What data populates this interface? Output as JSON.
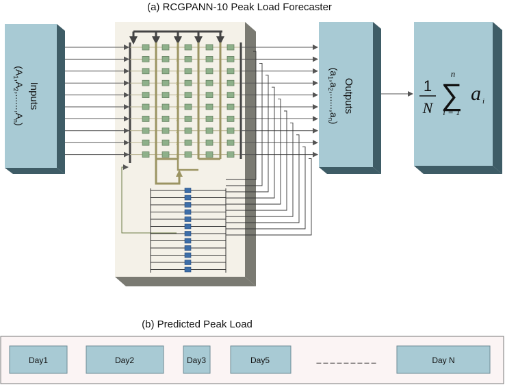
{
  "panel_a": {
    "title": "(a) RCGPANN-10 Peak Load Forecaster",
    "inputs_block": {
      "title": "Inputs",
      "subtitle_pre": "(A",
      "subtitle_sub1": "1",
      "subtitle_mid1": ",A",
      "subtitle_sub2": "2",
      "subtitle_mid2": ",......,A",
      "subtitle_sub3": "n",
      "subtitle_post": ")"
    },
    "outputs_block": {
      "title": "Outputs",
      "subtitle_pre": "(a",
      "subtitle_sub1": "1",
      "subtitle_mid1": ",a",
      "subtitle_sub2": "2",
      "subtitle_mid2": ",......,a",
      "subtitle_sub3": "n",
      "subtitle_post": ")"
    },
    "formula": {
      "one": "1",
      "N": "N",
      "sigma": "∑",
      "upper": "n",
      "lower": "i = 1",
      "a": "a",
      "sub_i": "i"
    },
    "colors": {
      "block_fill": "#a8cad4",
      "block_side": "#3e5c66",
      "network_fill": "#f4f1e8",
      "network_side": "#7a7a72",
      "node_green": "#8eb08a",
      "node_blue": "#3d6ea8",
      "olive": "#9b9462",
      "dark": "#444444",
      "panel_b_fill": "#fbf4f4"
    }
  },
  "panel_b": {
    "title": "(b) Predicted Peak Load",
    "days": [
      "Day1",
      "Day2",
      "Day3",
      "Day5",
      "Day N"
    ],
    "ellipsis": "_ _ _ _ _ _ _ _ _"
  }
}
